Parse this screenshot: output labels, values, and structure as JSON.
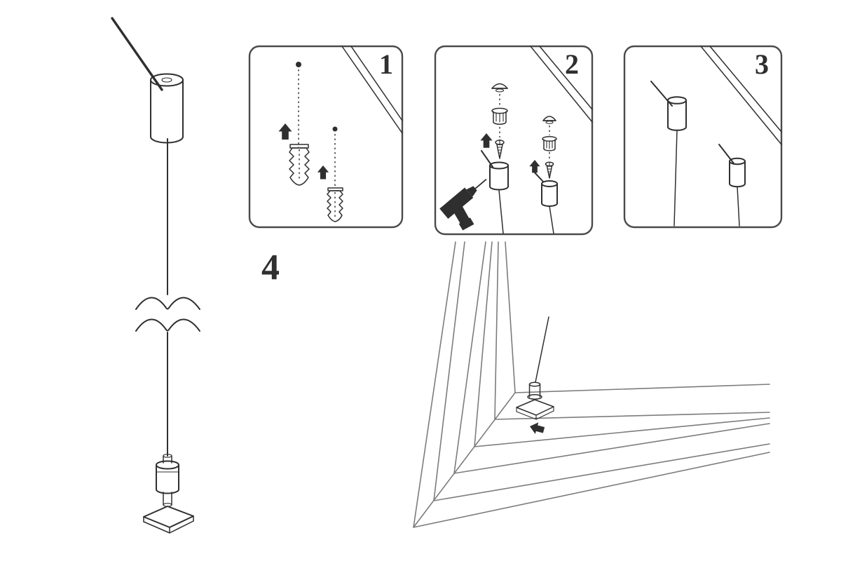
{
  "colors": {
    "ink": "#2f2f2f",
    "panel": "#4a4a4a",
    "frame": "#7c7c7c"
  },
  "steps": [
    {
      "label": "1",
      "name": "drill-holes-and-insert-wall-plugs"
    },
    {
      "label": "2",
      "name": "screw-in-ceiling-fixings"
    },
    {
      "label": "3",
      "name": "hang-steel-cables"
    },
    {
      "label": "4",
      "name": "attach-cable-gripper-to-frame"
    }
  ],
  "icons": {
    "drill": "drill-icon",
    "wall_plug": "wall-plug-icon",
    "screw": "screw-icon",
    "cover_cap": "cover-cap-icon",
    "ceiling_fixing": "ceiling-fixing-icon",
    "steel_cable": "steel-cable-icon",
    "cable_gripper": "cable-gripper-icon",
    "arrow": "direction-arrow-icon"
  }
}
